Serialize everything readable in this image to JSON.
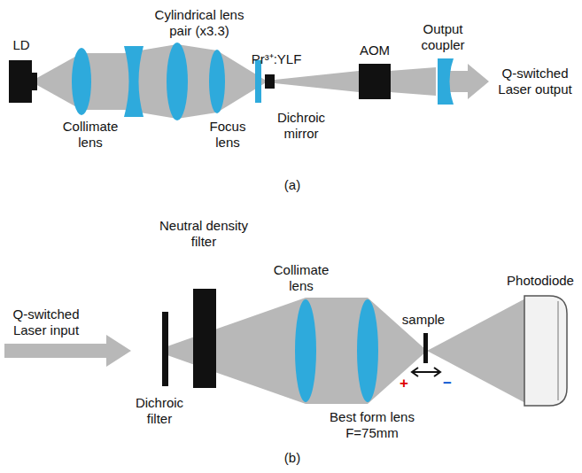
{
  "diagram": {
    "labels": [
      "LD",
      "Cylindrical lens pair (x3.3)",
      "Collimate lens",
      "Focus lens",
      "Pr³⁺:YLF",
      "Dichroic mirror",
      "AOM",
      "Output coupler",
      "Q-switched Laser output",
      "(a)",
      "Neutral density filter",
      "Q-switched Laser input",
      "Dichroic filter",
      "Collimate lens",
      "Best form lens F=75mm",
      "sample",
      "+",
      "−",
      "Photodiode",
      "(b)"
    ]
  }
}
